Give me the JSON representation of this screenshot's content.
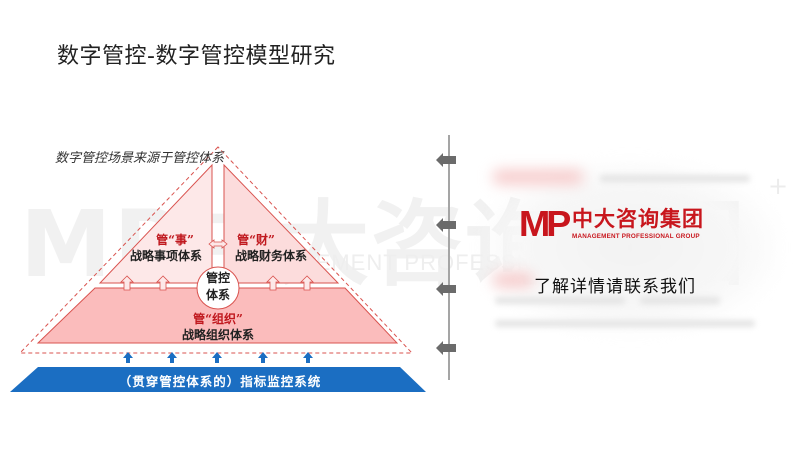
{
  "slide": {
    "title": "数字管控-数字管控模型研究"
  },
  "watermark": {
    "big_text": "MP中大咨询集团",
    "small_text": "MANAGEMENT PROFESSIONAL GROUP"
  },
  "diagram": {
    "note": "数字管控场景来源于管控体系",
    "left_section": {
      "tag": "管“事”",
      "label": "战略事项体系"
    },
    "right_section": {
      "tag": "管“财”",
      "label": "战略财务体系"
    },
    "center_circle": {
      "line1": "管控",
      "line2": "体系"
    },
    "bottom_section": {
      "tag": "管“组织”",
      "label": "战略组织体系"
    },
    "base": {
      "label": "（贯穿管控体系的）指标监控系统"
    },
    "colors": {
      "red_accent": "#c0181e",
      "pink_top": "#fde8e8",
      "pink_bottom": "#fbbcbc",
      "border_red": "#d9534f",
      "base_blue": "#1b6ec2"
    }
  },
  "right_panel": {
    "logo_mark": "MP",
    "logo_cn": "中大咨询集团",
    "logo_en": "MANAGEMENT PROFESSIONAL GROUP",
    "contact_text": "了解详情请联系我们",
    "logo_color": "#c8161d",
    "timeline_arrows": 4
  }
}
